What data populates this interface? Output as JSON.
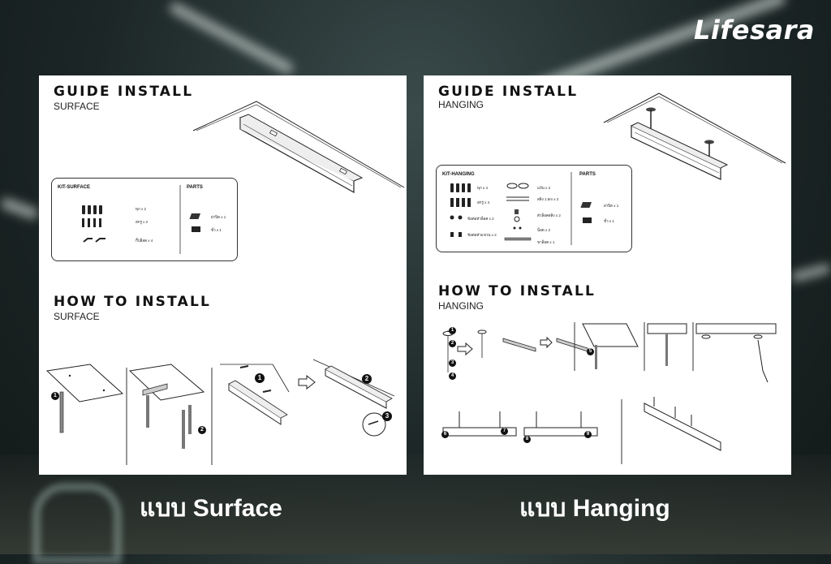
{
  "brand": "Lifesara",
  "surface": {
    "guide_title": "GUIDE INSTALL",
    "guide_subtitle": "SURFACE",
    "kit_title": "KIT-SURFACE",
    "parts_title": "PARTS",
    "kit_items": [
      "พุก x 2",
      "สกรู x 2",
      "กิ๊ปล็อค x 4"
    ],
    "parts_items": [
      "ฝาปิด x 1",
      "ขั้ว x 1"
    ],
    "howto_title": "HOW TO INSTALL",
    "howto_subtitle": "SURFACE",
    "steps": [
      "1",
      "2",
      "1",
      "2",
      "3"
    ],
    "caption": "แบบ Surface"
  },
  "hanging": {
    "guide_title": "GUIDE INSTALL",
    "guide_subtitle": "HANGING",
    "kit_title": "KIT-HANGING",
    "parts_title": "PARTS",
    "kit_items_left": [
      "พุก x 4",
      "สกรู x 4",
      "ข้อต่อหัวล็อค x 2",
      "ข้อต่อหัวแขวน x 2"
    ],
    "kit_items_right": [
      "แป้น x 2",
      "สลิง 1.5m x 2",
      "ตัวล็อคสลิง x 2",
      "น็อต x 2",
      "ขาล็อค x 1"
    ],
    "parts_items": [
      "ฝาปิด x 1",
      "ขั้ว x 1"
    ],
    "howto_title": "HOW TO INSTALL",
    "howto_subtitle": "HANGING",
    "steps": [
      "1",
      "2",
      "3",
      "4",
      "5",
      "6",
      "7",
      "8",
      "9"
    ],
    "caption": "แบบ Hanging"
  }
}
